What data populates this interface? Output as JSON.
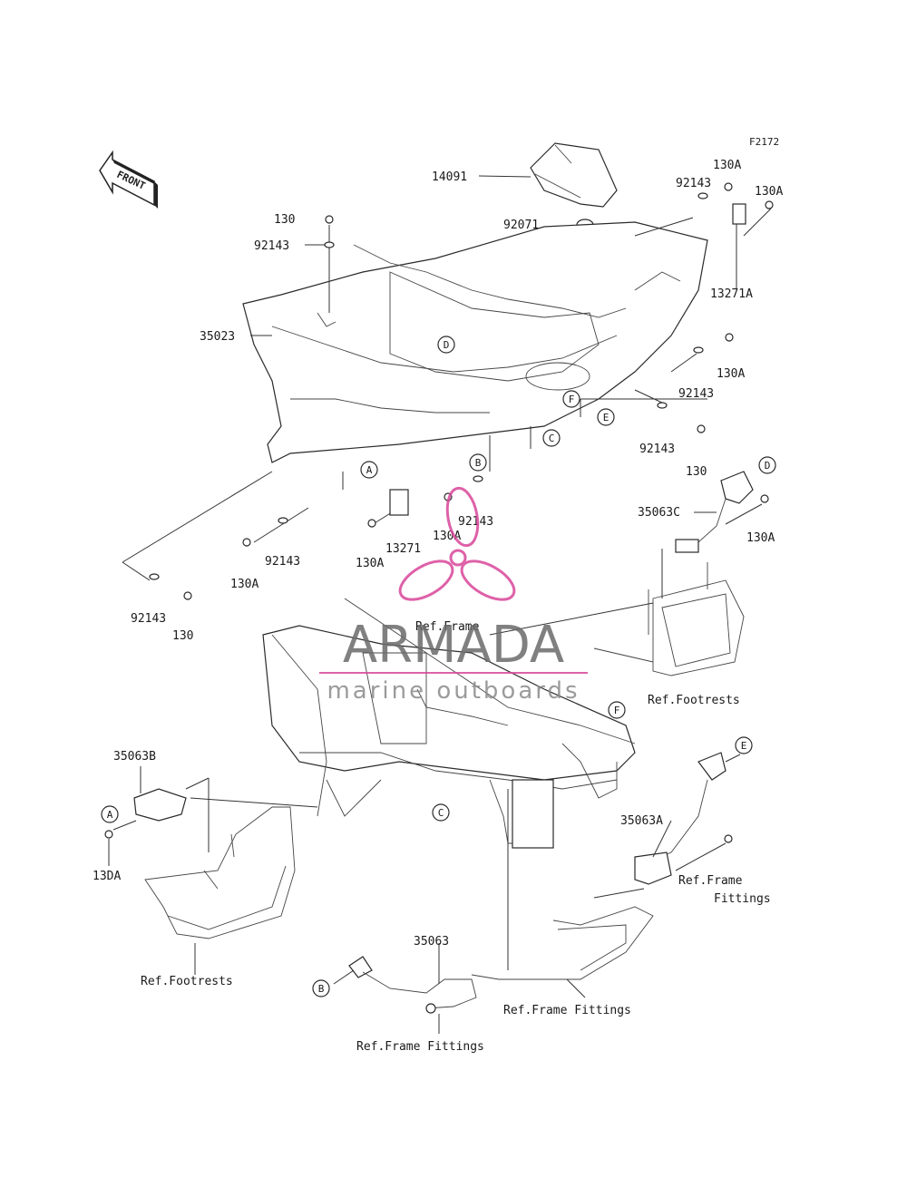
{
  "figure_id": "F2172",
  "front_label": "FRONT",
  "watermark": {
    "brand": "ARMADA",
    "tagline": "marine outboards",
    "brand_color": "#6b6b6b",
    "logo_color": "#d9469a"
  },
  "part_labels": {
    "p14091": "14091",
    "p92071": "92071",
    "p92143_a": "92143",
    "p130A_a": "130A",
    "p130A_b": "130A",
    "p13271A": "13271A",
    "p130_top": "130",
    "p92143_b": "92143",
    "p35023": "35023",
    "p130A_c": "130A",
    "p92143_c": "92143",
    "p92143_d": "92143",
    "p130_d": "130",
    "p92143_e": "92143",
    "p13271": "13271",
    "p130A_d": "130A",
    "p130A_e": "130A",
    "p92143_f": "92143",
    "p130A_f": "130A",
    "p92143_g": "92143",
    "p130_g": "130",
    "p35063C": "35063C",
    "p130A_g": "130A",
    "ref_frame": "Ref.Frame",
    "ref_footrests_r": "Ref.Footrests",
    "p35063B": "35063B",
    "p130A_h": "13DA",
    "p35063A": "35063A",
    "ref_frame_fittings_r1": "Ref.Frame",
    "ref_frame_fittings_r2": "Fittings",
    "ref_footrests_l": "Ref.Footrests",
    "p35063": "35063",
    "ref_frame_fittings_b": "Ref.Frame Fittings",
    "ref_frame_fittings_c": "Ref.Frame Fittings"
  },
  "callouts": {
    "A1": "A",
    "B1": "B",
    "C1": "C",
    "D1": "D",
    "E1": "E",
    "F1": "F",
    "D2": "D",
    "F2": "F",
    "C2": "C",
    "E2": "E",
    "A2": "A",
    "B2": "B"
  }
}
